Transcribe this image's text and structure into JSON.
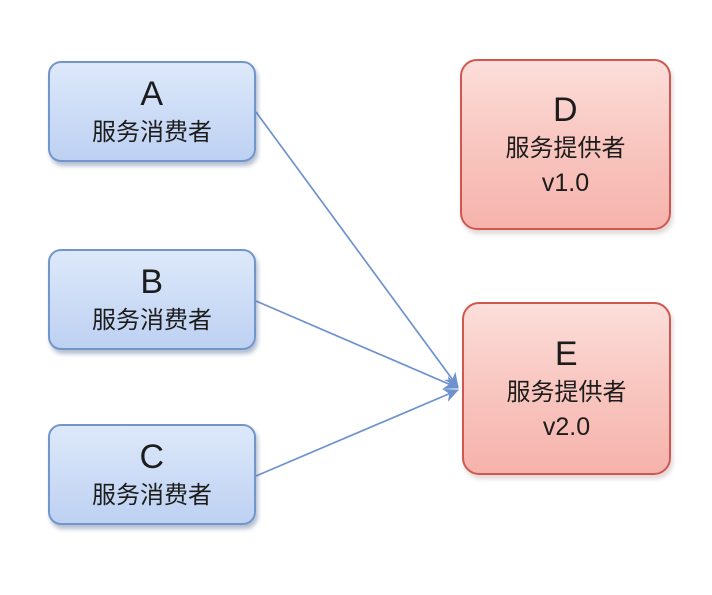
{
  "diagram": {
    "nodes": [
      {
        "id": "A",
        "letter": "A",
        "label": "服务消费者",
        "role": "service-consumer"
      },
      {
        "id": "B",
        "letter": "B",
        "label": "服务消费者",
        "role": "service-consumer"
      },
      {
        "id": "C",
        "letter": "C",
        "label": "服务消费者",
        "role": "service-consumer"
      },
      {
        "id": "D",
        "letter": "D",
        "label": "服务提供者",
        "version": "v1.0",
        "role": "service-provider"
      },
      {
        "id": "E",
        "letter": "E",
        "label": "服务提供者",
        "version": "v2.0",
        "role": "service-provider"
      }
    ],
    "edges": [
      {
        "from": "A",
        "to": "E"
      },
      {
        "from": "B",
        "to": "E"
      },
      {
        "from": "C",
        "to": "E"
      }
    ],
    "colors": {
      "consumer_fill_top": "#dde9fa",
      "consumer_fill_bottom": "#bdd1f2",
      "consumer_border": "#7396ca",
      "provider_fill_top": "#fcdeda",
      "provider_fill_bottom": "#f6b3ac",
      "provider_border": "#ce584f",
      "arrow": "#6d92ce",
      "text": "#1c1c1c"
    }
  }
}
